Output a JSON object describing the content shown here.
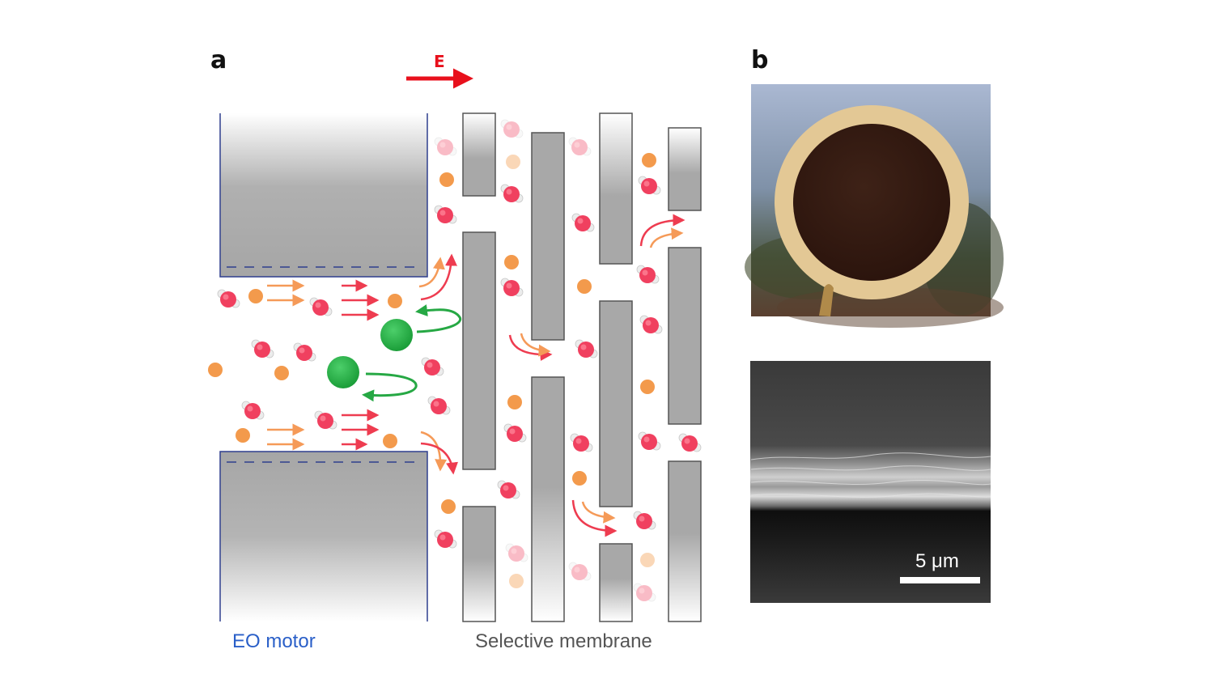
{
  "panels": {
    "a": {
      "label": "a",
      "field_label": "E",
      "left_caption": "EO motor",
      "right_caption": "Selective membrane"
    },
    "b": {
      "label": "b",
      "scale_bar": "5 μm"
    }
  },
  "colors": {
    "caption_blue": "#2a5fc8",
    "caption_gray": "#555555",
    "field_red": "#e8101c",
    "water_oxygen": "#f0405f",
    "counter_ion": "#f39a4c",
    "large_ion": "#26a844",
    "flow_red": "#ee3c50",
    "flow_orange": "#f59a58",
    "wall_gray": "#a8a8a8",
    "film_ring": "#e3c895",
    "film_center": "#3a1e14"
  },
  "icons": {
    "water": "water-molecule-icon",
    "counter_ion": "counter-ion-icon",
    "large_ion": "large-ion-icon"
  }
}
